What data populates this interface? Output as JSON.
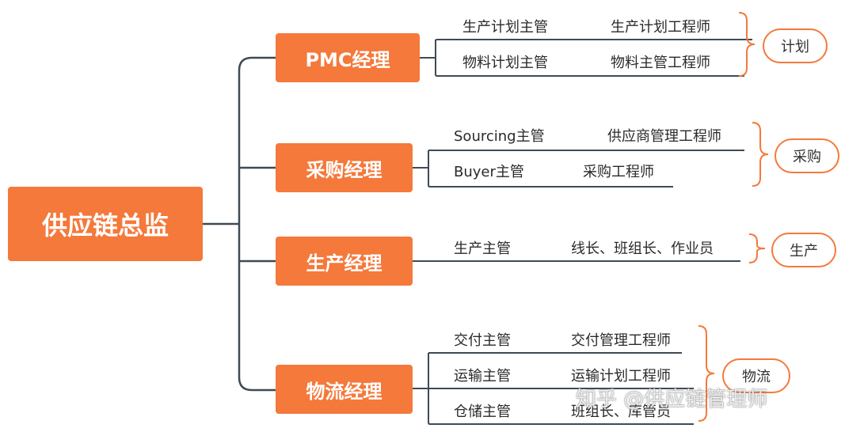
{
  "root": "供应链总监",
  "managers": [
    {
      "label": "PMC经理",
      "group": "计划",
      "rows": [
        [
          "生产计划主管",
          "生产计划工程师"
        ],
        [
          "物料计划主管",
          "物料主管工程师"
        ]
      ]
    },
    {
      "label": "采购经理",
      "group": "采购",
      "rows": [
        [
          "Sourcing主管",
          "供应商管理工程师"
        ],
        [
          "Buyer主管",
          "采购工程师"
        ]
      ]
    },
    {
      "label": "生产经理",
      "group": "生产",
      "rows": [
        [
          "生产主管",
          "线长、班组长、作业员"
        ]
      ]
    },
    {
      "label": "物流经理",
      "group": "物流",
      "rows": [
        [
          "交付主管",
          "交付管理工程师"
        ],
        [
          "运输主管",
          "运输计划工程师"
        ],
        [
          "仓储主管",
          "班组长、库管员"
        ]
      ]
    }
  ],
  "watermark": "知乎 @供应链管理师",
  "colors": {
    "accent": "#f4793b",
    "line": "#3f4a55"
  }
}
